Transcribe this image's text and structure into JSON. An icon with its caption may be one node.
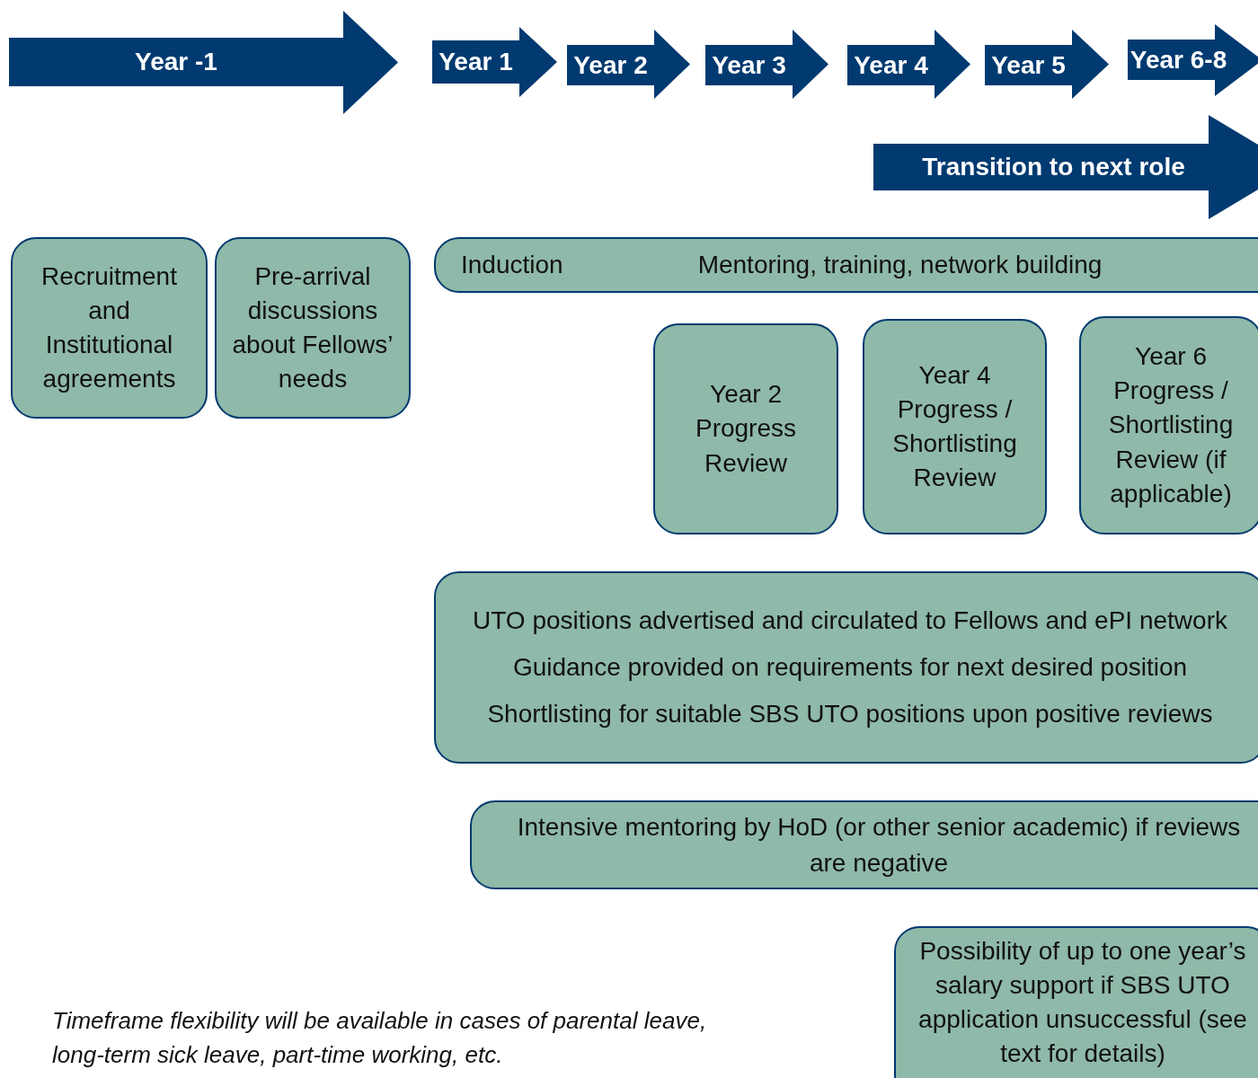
{
  "diagram": {
    "nodes": [
      {
        "text": [
          "Year -1"
        ]
      },
      {
        "text": [
          "Year 1"
        ]
      },
      {
        "text": [
          "Year 2"
        ]
      },
      {
        "text": [
          "Year 3"
        ]
      },
      {
        "text": [
          "Year 4"
        ]
      },
      {
        "text": [
          "Year 5"
        ]
      },
      {
        "text": [
          "Year 6-8"
        ]
      },
      {
        "text": [
          "Transition to next role"
        ]
      },
      {
        "text": [
          "Recruitment and Institutional agreements"
        ]
      },
      {
        "text": [
          "Pre-arrival discussions about Fellows’ needs"
        ]
      },
      {
        "text": [
          "Induction",
          "Mentoring, training, network building"
        ]
      },
      {
        "text": [
          "Year 2 Progress Review"
        ]
      },
      {
        "text": [
          "Year 4 Progress / Shortlisting Review"
        ]
      },
      {
        "text": [
          "Year 6 Progress / Shortlisting Review (if applicable)"
        ]
      },
      {
        "text": [
          "UTO positions advertised and circulated to Fellows and ePI network",
          "Guidance provided on requirements for next desired position",
          "Shortlisting for suitable SBS UTO positions upon positive reviews"
        ]
      },
      {
        "text": [
          "Intensive mentoring by HoD (or other senior academic) if reviews are negative"
        ]
      },
      {
        "text": [
          "Possibility of up to one year’s salary support if SBS UTO application unsuccessful (see text for details)"
        ]
      }
    ],
    "edges": [],
    "labels": [
      "Timeframe flexibility will be available in cases of parental leave, long-term sick leave, part-time working, etc."
    ]
  }
}
